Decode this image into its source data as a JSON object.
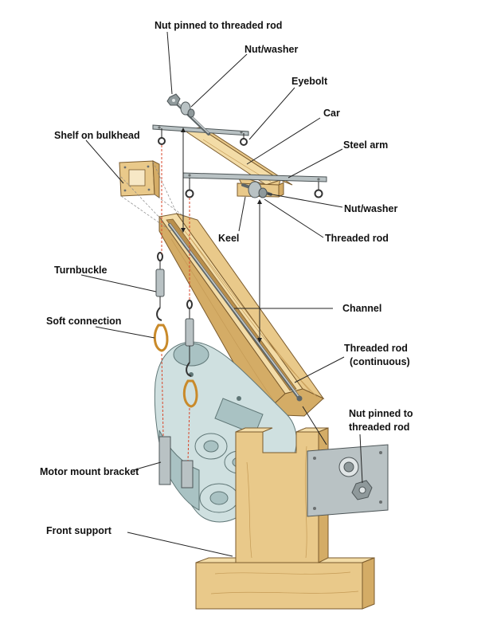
{
  "labels": {
    "nut_pinned_top": "Nut pinned to threaded rod",
    "nut_washer_top": "Nut/washer",
    "eyebolt": "Eyebolt",
    "car": "Car",
    "shelf_on_bulkhead": "Shelf on bulkhead",
    "steel_arm": "Steel arm",
    "nut_washer_lower": "Nut/washer",
    "keel": "Keel",
    "threaded_rod": "Threaded rod",
    "turnbuckle": "Turnbuckle",
    "channel": "Channel",
    "soft_connection": "Soft connection",
    "threaded_rod_continuous_1": "Threaded rod",
    "threaded_rod_continuous_2": "(continuous)",
    "nut_pinned_lower_1": "Nut pinned to",
    "nut_pinned_lower_2": "threaded rod",
    "motor_mount_bracket": "Motor mount bracket",
    "front_support": "Front support"
  },
  "colors": {
    "wood": "#e9c98a",
    "steel": "#b9c2c4",
    "motor": "#cfe0e0",
    "guide_lines": "#d9472b"
  }
}
